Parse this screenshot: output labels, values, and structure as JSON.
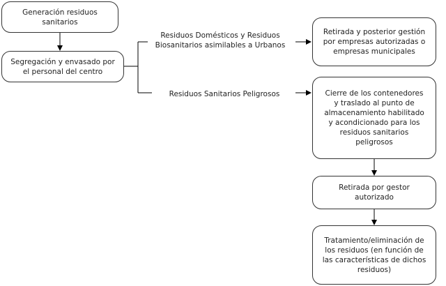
{
  "diagram": {
    "nodes": {
      "generacion": "Generación residuos\nsanitarios",
      "segregacion": "Segregación y envasado por\nel personal del centro",
      "retirada_posterior": "Retirada y posterior gestión\npor empresas autorizadas o\nempresas municipales",
      "cierre": "Cierre de los contenedores\ny traslado al punto de\nalmacenamiento habilitado\ny acondicionado para los\nresiduos  sanitarios\npeligrosos",
      "retirada_gestor": "Retirada por gestor\nautorizado",
      "tratamiento": "Tratamiento/eliminación de\nlos residuos  (en función de\nlas características de dichos\nresiduos)"
    },
    "edge_labels": {
      "domesticos": "Residuos Domésticos y Residuos\nBiosanitarios asimilables a Urbanos",
      "peligrosos": "Residuos Sanitarios Peligrosos"
    }
  }
}
